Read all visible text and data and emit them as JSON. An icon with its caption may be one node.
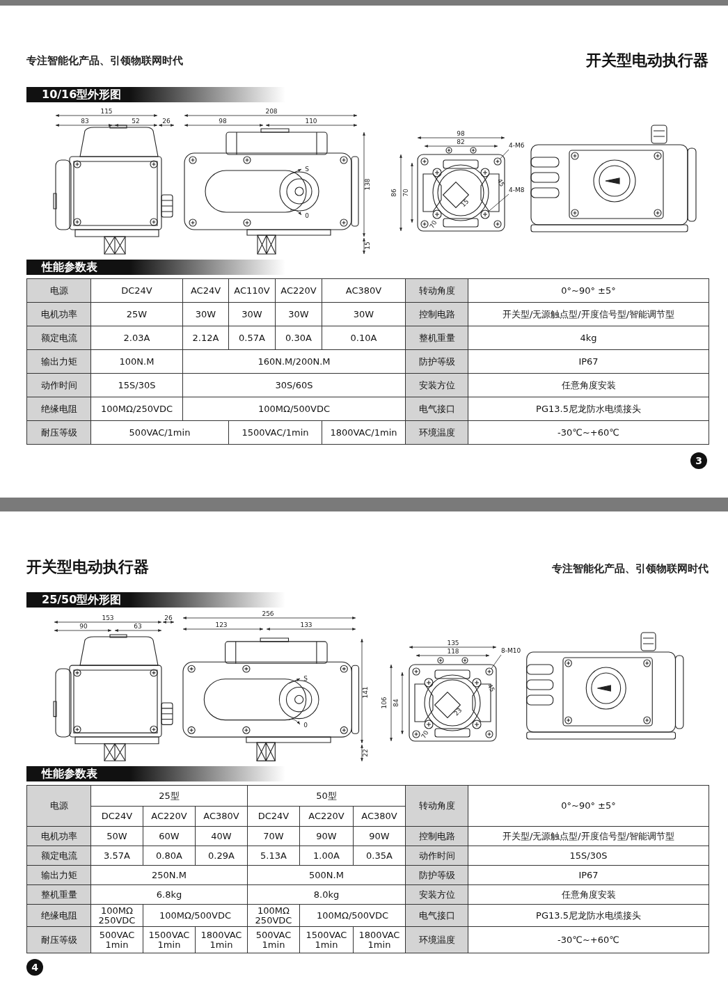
{
  "diagram": {
    "nodes": [
      {
        "text": [
          "4-M6"
        ]
      },
      {
        "text": [
          "4-M8"
        ]
      },
      {
        "text": [
          "8-M10"
        ]
      },
      {
        "text": [],
        "shape": "circle"
      },
      {
        "text": [],
        "shape": "circle"
      },
      {
        "text": [],
        "shape": "circle"
      }
    ],
    "edges": [
      {
        "from": 0,
        "to": 3,
        "arrow": "none"
      },
      {
        "from": 1,
        "to": 4,
        "arrow": "none"
      },
      {
        "from": 2,
        "to": 5,
        "arrow": "none"
      }
    ],
    "labels": [
      "专注智能化产品、引领物联网时代",
      "开关型电动执行器",
      "10/16型外形图",
      "115",
      "83",
      "52",
      "26",
      "208",
      "98",
      "110",
      "138",
      "15",
      "S",
      "0",
      "98",
      "82",
      "86",
      "70",
      "45",
      "15",
      "70",
      "性能参数表",
      "电源",
      "DC24V",
      "AC24V",
      "AC110V",
      "AC220V",
      "AC380V",
      "转动角度",
      "0°~90° ±5°",
      "电机功率",
      "25W",
      "30W",
      "30W",
      "30W",
      "30W",
      "控制电路",
      "开关型/无源触点型/开度信号型/智能调节型",
      "额定电流",
      "2.03A",
      "2.12A",
      "0.57A",
      "0.30A",
      "0.10A",
      "整机重量",
      "4kg",
      "输出力矩",
      "100N.M",
      "160N.M/200N.M",
      "防护等级",
      "IP67",
      "动作时间",
      "15S/30S",
      "30S/60S",
      "安装方位",
      "任意角度安装",
      "绝缘电阻",
      "100MΩ/250VDC",
      "100MΩ/500VDC",
      "电气接口",
      "PG13.5尼龙防水电缆接头",
      "耐压等级",
      "500VAC/1min",
      "1500VAC/1min",
      "1800VAC/1min",
      "环境温度",
      "-30℃~+60℃",
      "3",
      "开关型电动执行器",
      "专注智能化产品、引领物联网时代",
      "25/50型外形图",
      "153",
      "90",
      "63",
      "26",
      "256",
      "123",
      "133",
      "141",
      "22",
      "S",
      "0",
      "135",
      "118",
      "106",
      "84",
      "45",
      "23",
      "70",
      "性能参数表",
      "电源",
      "25型",
      "50型",
      "转动角度",
      "0°~90° ±5°",
      "DC24V",
      "AC220V",
      "AC380V",
      "DC24V",
      "AC220V",
      "AC380V",
      "电机功率",
      "50W",
      "60W",
      "40W",
      "70W",
      "90W",
      "90W",
      "控制电路",
      "开关型/无源触点型/开度信号型/智能调节型",
      "额定电流",
      "3.57A",
      "0.80A",
      "0.29A",
      "5.13A",
      "1.00A",
      "0.35A",
      "动作时间",
      "15S/30S",
      "输出力矩",
      "250N.M",
      "500N.M",
      "防护等级",
      "IP67",
      "整机重量",
      "6.8kg",
      "8.0kg",
      "安装方位",
      "任意角度安装",
      "绝缘电阻",
      "100MΩ 250VDC",
      "100MΩ/500VDC",
      "100MΩ 250VDC",
      "100MΩ/500VDC",
      "电气接口",
      "PG13.5尼龙防水电缆接头",
      "耐压等级",
      "500VAC 1min",
      "1500VAC 1min",
      "1800VAC 1min",
      "500VAC 1min",
      "1500VAC 1min",
      "1800VAC 1min",
      "环境温度",
      "-30℃~+60℃",
      "4"
    ]
  }
}
